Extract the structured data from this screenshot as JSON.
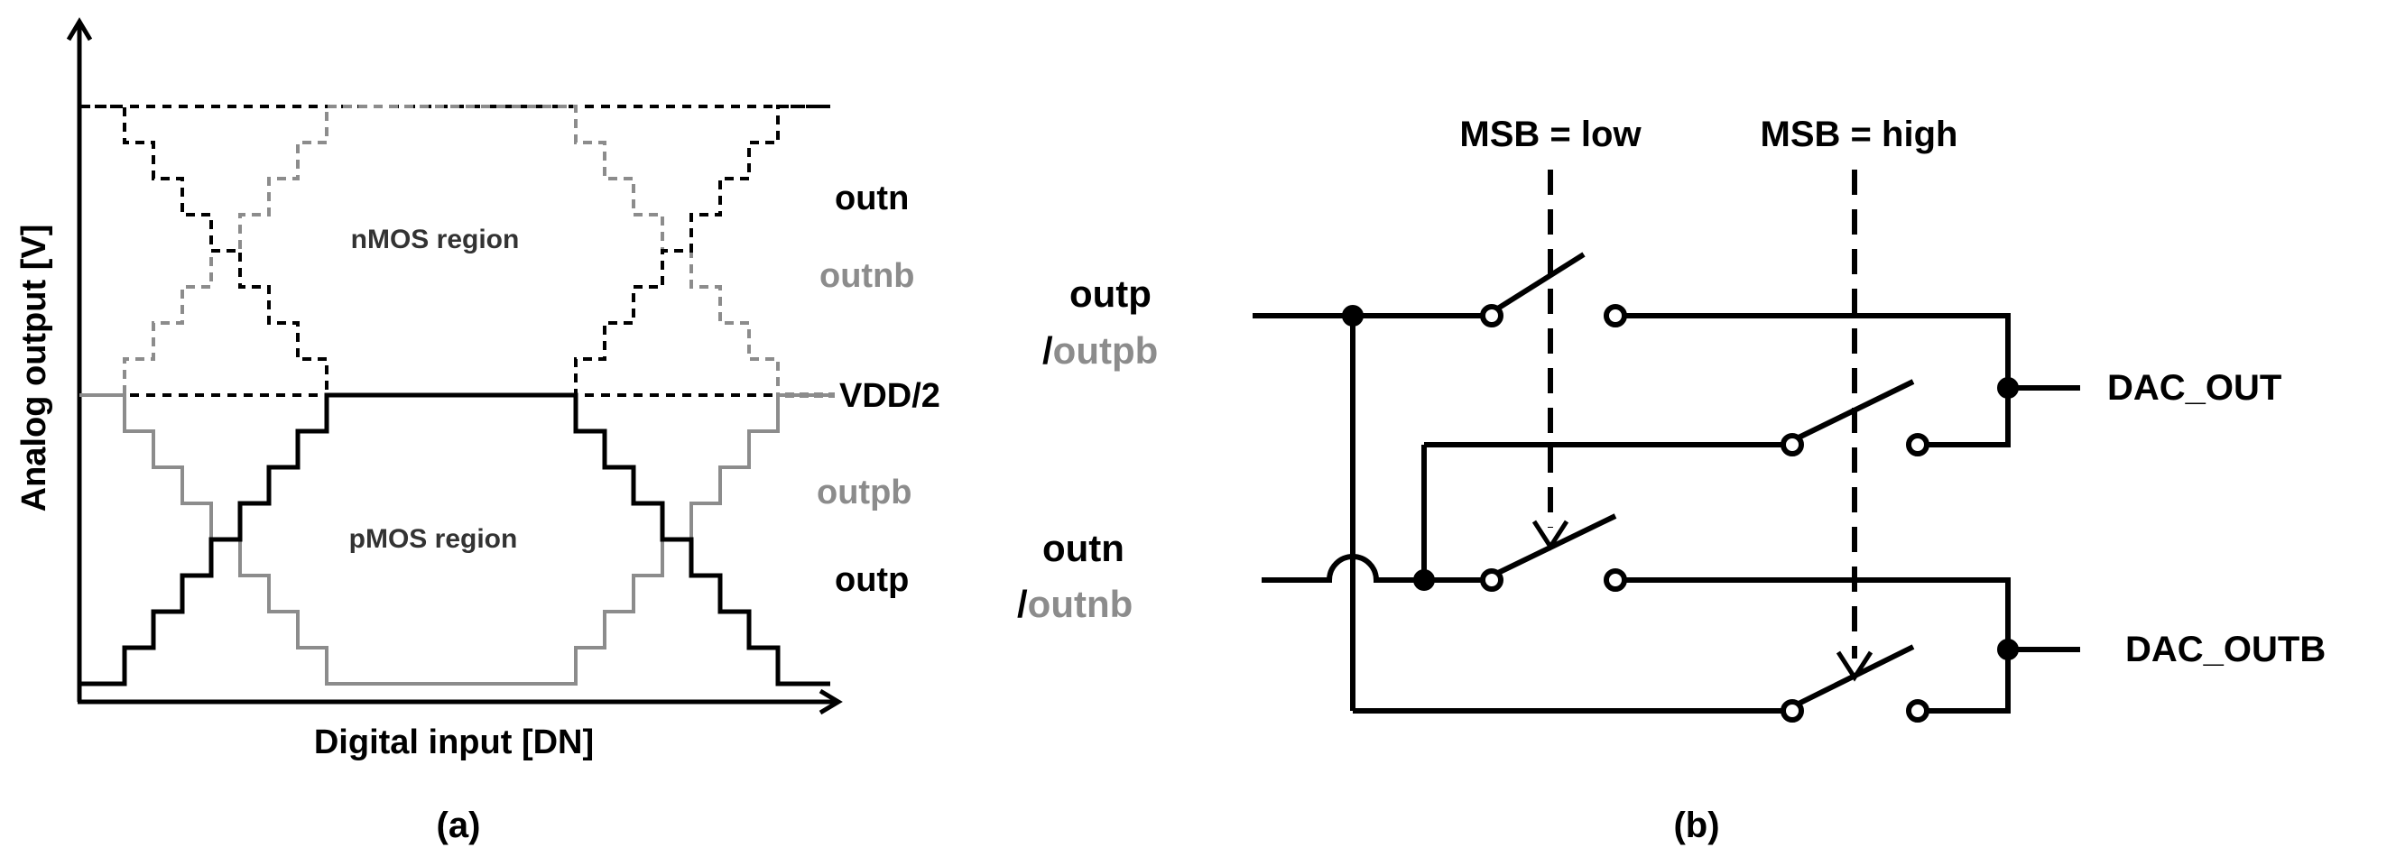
{
  "panel_a": {
    "caption": "(a)",
    "y_axis_label": "Analog output [V]",
    "x_axis_label": "Digital input [DN]",
    "nmos_region_label": "nMOS region",
    "pmos_region_label": "pMOS region",
    "vdd_label": "VDD/2",
    "series": [
      {
        "name": "outn",
        "color": "#000000",
        "style": "dashed"
      },
      {
        "name": "outnb",
        "color": "#8c8c8c",
        "style": "dashed"
      },
      {
        "name": "outpb",
        "color": "#8c8c8c",
        "style": "solid"
      },
      {
        "name": "outp",
        "color": "#000000",
        "style": "solid"
      }
    ]
  },
  "panel_b": {
    "caption": "(b)",
    "msb_low_label": "MSB = low",
    "msb_high_label": "MSB = high",
    "input_top": {
      "line1": "outp",
      "slash": "/",
      "line2": "outpb"
    },
    "input_bottom": {
      "line1": "outn",
      "slash": "/",
      "line2": "outnb"
    },
    "output_top": "DAC_OUT",
    "output_bottom": "DAC_OUTB"
  },
  "colors": {
    "black": "#000000",
    "gray": "#8c8c8c"
  }
}
